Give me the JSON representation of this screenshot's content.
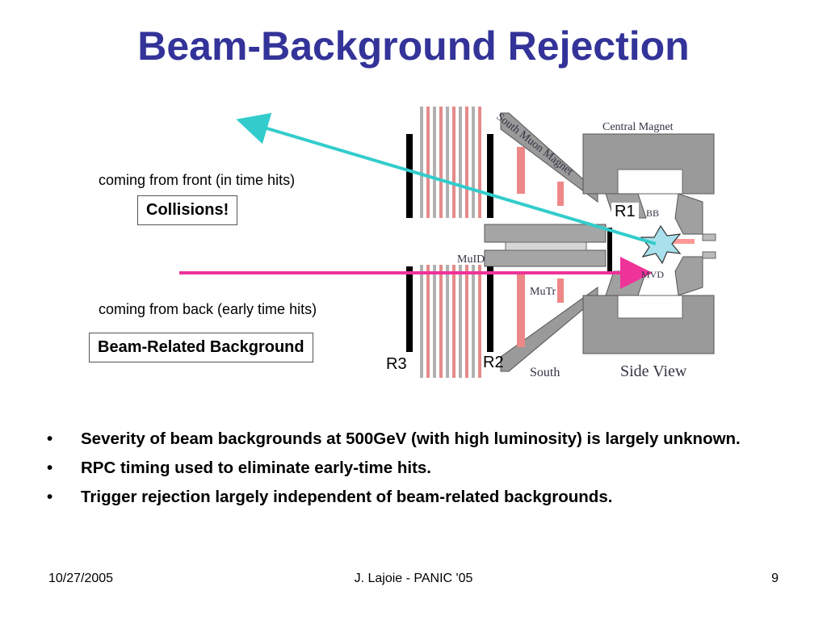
{
  "slide": {
    "title": "Beam-Background Rejection",
    "front_label": "coming from front (in time hits)",
    "collisions_box": "Collisions!",
    "back_label": "coming from back (early time hits)",
    "beam_box": "Beam-Related Background"
  },
  "diagram": {
    "labels": {
      "central_magnet": "Central Magnet",
      "south_muon_magnet": "South Muon Magnet",
      "muid": "MuID",
      "mutr": "MuTr",
      "south": "South",
      "side_view": "Side View",
      "bb": "BB",
      "mvd": "MVD"
    },
    "r1": "R1",
    "r2": "R2",
    "r3": "R3",
    "colors": {
      "front_arrow": "#33cccc",
      "back_arrow": "#ee3399",
      "magnet_gray": "#9a9a9a",
      "mutr_pink": "#ee8888",
      "burst": "#a8e0ec"
    }
  },
  "bullets": [
    "Severity of beam backgrounds at 500GeV (with high luminosity) is largely unknown.",
    "RPC timing used to eliminate early-time hits.",
    "Trigger rejection largely independent of beam-related backgrounds."
  ],
  "bullet_symbol": "•",
  "footer": {
    "date": "10/27/2005",
    "center": "J. Lajoie - PANIC '05",
    "page": "9"
  }
}
